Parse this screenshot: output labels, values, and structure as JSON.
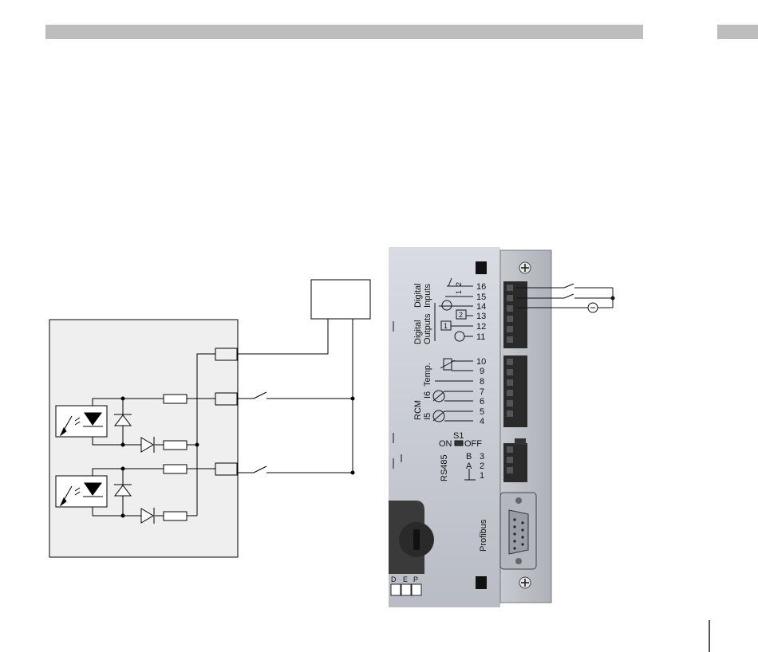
{
  "digital_inputs": {
    "label_line1": "Digital",
    "label_line2": "Inputs",
    "switch_1": "1",
    "switch_2": "2"
  },
  "digital_outputs": {
    "label_line1": "Digital",
    "label_line2": "Outputs",
    "out_1": "1",
    "out_2": "2"
  },
  "temp": {
    "label": "Temp."
  },
  "rcm": {
    "label": "RCM",
    "ch_i6": "I6",
    "ch_i5": "I5"
  },
  "s1": {
    "label": "S1",
    "on": "ON",
    "off": "OFF"
  },
  "rs485": {
    "label": "RS485",
    "b": "B",
    "a": "A"
  },
  "profibus": {
    "label": "Profibus"
  },
  "terminals": [
    "16",
    "15",
    "14",
    "13",
    "12",
    "11",
    "10",
    "9",
    "8",
    "7",
    "6",
    "5",
    "4",
    "3",
    "2",
    "1"
  ],
  "bottom_keys": [
    "D",
    "E",
    "P"
  ]
}
